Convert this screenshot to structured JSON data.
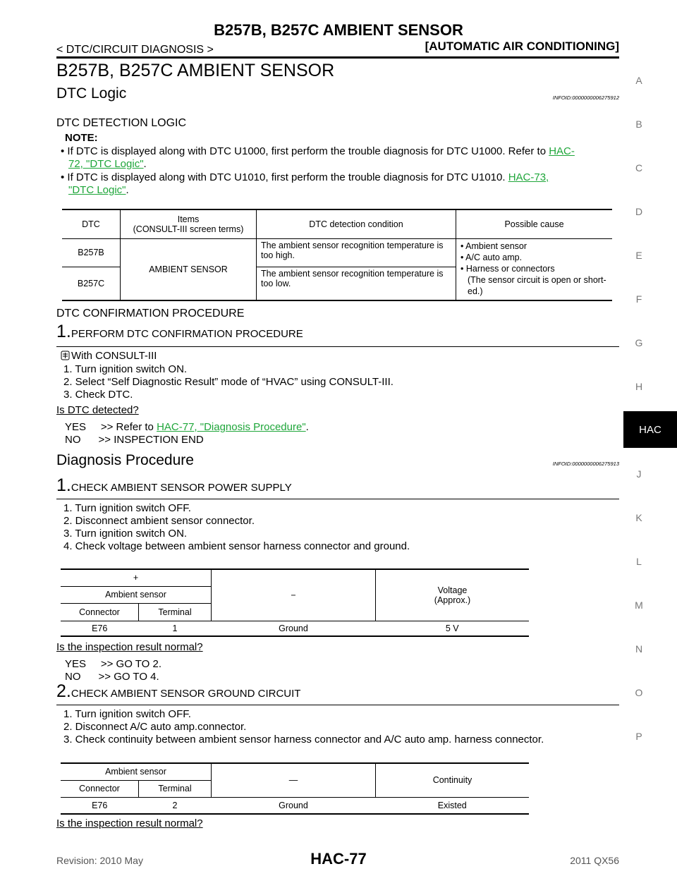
{
  "header": {
    "title": "B257B, B257C AMBIENT SENSOR",
    "breadcrumb": "< DTC/CIRCUIT DIAGNOSIS >",
    "section": "[AUTOMATIC AIR CONDITIONING]"
  },
  "side_tabs": [
    "A",
    "B",
    "C",
    "D",
    "E",
    "F",
    "G",
    "H",
    "HAC",
    "J",
    "K",
    "L",
    "M",
    "N",
    "O",
    "P"
  ],
  "active_tab": "HAC",
  "page_title": "B257B, B257C AMBIENT SENSOR",
  "dtc_logic": {
    "heading": "DTC Logic",
    "infoid": "INFOID:0000000006275912",
    "sub_heading": "DTC DETECTION LOGIC",
    "note_label": "NOTE:",
    "note1_text": "• If DTC is displayed along with DTC U1000, first perform the trouble diagnosis for DTC U1000. Refer to ",
    "note1_link_a": "HAC-",
    "note1_link_b": "72, \"DTC Logic\"",
    "note1_end": ".",
    "note2_text": "• If DTC is displayed along with DTC U1010, first perform the trouble diagnosis for DTC U1010. ",
    "note2_link_a": "HAC-73,",
    "note2_link_b": "\"DTC Logic\"",
    "note2_end": ".",
    "table": {
      "headers": [
        "DTC",
        "Items\n(CONSULT-III screen terms)",
        "DTC detection condition",
        "Possible cause"
      ],
      "rows": [
        {
          "dtc": "B257B",
          "condition": "The ambient sensor recognition temperature is too high."
        },
        {
          "dtc": "B257C",
          "condition": "The ambient sensor recognition temperature is too low."
        }
      ],
      "item": "AMBIENT SENSOR",
      "causes": [
        "• Ambient sensor",
        "• A/C auto amp.",
        "• Harness or connectors",
        "(The sensor circuit is open or short-",
        "ed.)"
      ]
    }
  },
  "confirmation": {
    "heading": "DTC CONFIRMATION PROCEDURE",
    "step_num": "1.",
    "step_title": "PERFORM DTC CONFIRMATION PROCEDURE",
    "with": "With CONSULT-III",
    "items": [
      "1.   Turn ignition switch ON.",
      "2.   Select “Self Diagnostic Result” mode of “HVAC” using CONSULT-III.",
      "3.   Check DTC."
    ],
    "question": "Is DTC detected?",
    "yes_prefix": "YES     >> Refer to ",
    "yes_link": "HAC-77, \"Diagnosis Procedure\"",
    "yes_end": ".",
    "no": "NO      >> INSPECTION END"
  },
  "diagnosis": {
    "heading": "Diagnosis Procedure",
    "infoid": "INFOID:0000000006275913",
    "step1": {
      "num": "1.",
      "title": "CHECK AMBIENT SENSOR POWER SUPPLY",
      "items": [
        "1.   Turn ignition switch OFF.",
        "2.   Disconnect ambient sensor connector.",
        "3.   Turn ignition switch ON.",
        "4.   Check voltage between ambient sensor harness connector and ground."
      ],
      "table": {
        "plus": "+",
        "minus": "−",
        "voltage": "Voltage\n(Approx.)",
        "ambient": "Ambient sensor",
        "connector": "Connector",
        "terminal": "Terminal",
        "row": [
          "E76",
          "1",
          "Ground",
          "5 V"
        ]
      },
      "question": "Is the inspection result normal?",
      "yes": "YES     >> GO TO 2.",
      "no": "NO      >> GO TO 4."
    },
    "step2": {
      "num": "2.",
      "title": "CHECK AMBIENT SENSOR GROUND CIRCUIT",
      "items": [
        "1.   Turn ignition switch OFF.",
        "2.   Disconnect A/C auto amp.connector.",
        "3.   Check continuity between ambient sensor harness connector and A/C auto amp. harness connector."
      ],
      "table": {
        "ambient": "Ambient sensor",
        "dash": "—",
        "continuity": "Continuity",
        "connector": "Connector",
        "terminal": "Terminal",
        "row": [
          "E76",
          "2",
          "Ground",
          "Existed"
        ]
      },
      "question": "Is the inspection result normal?"
    }
  },
  "footer": {
    "revision": "Revision: 2010 May",
    "page": "HAC-77",
    "model": "2011 QX56"
  },
  "colors": {
    "link": "#1fa63a",
    "tab_active_bg": "#000000"
  }
}
